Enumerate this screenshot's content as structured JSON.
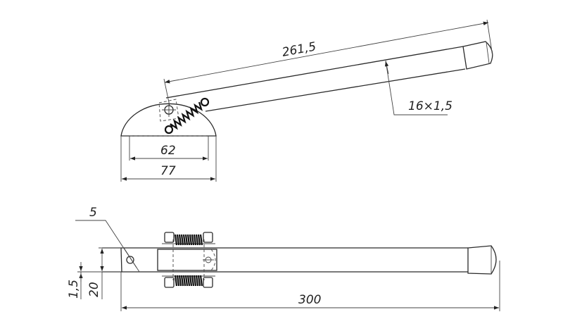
{
  "drawing": {
    "top_view": {
      "dim_length": "261,5",
      "dim_tube": "16×1,5",
      "dim_inner_width": "62",
      "dim_outer_width": "77"
    },
    "side_view": {
      "dim_hole": "5",
      "dim_thickness": "1,5",
      "dim_height": "20",
      "dim_total_length": "300"
    }
  }
}
